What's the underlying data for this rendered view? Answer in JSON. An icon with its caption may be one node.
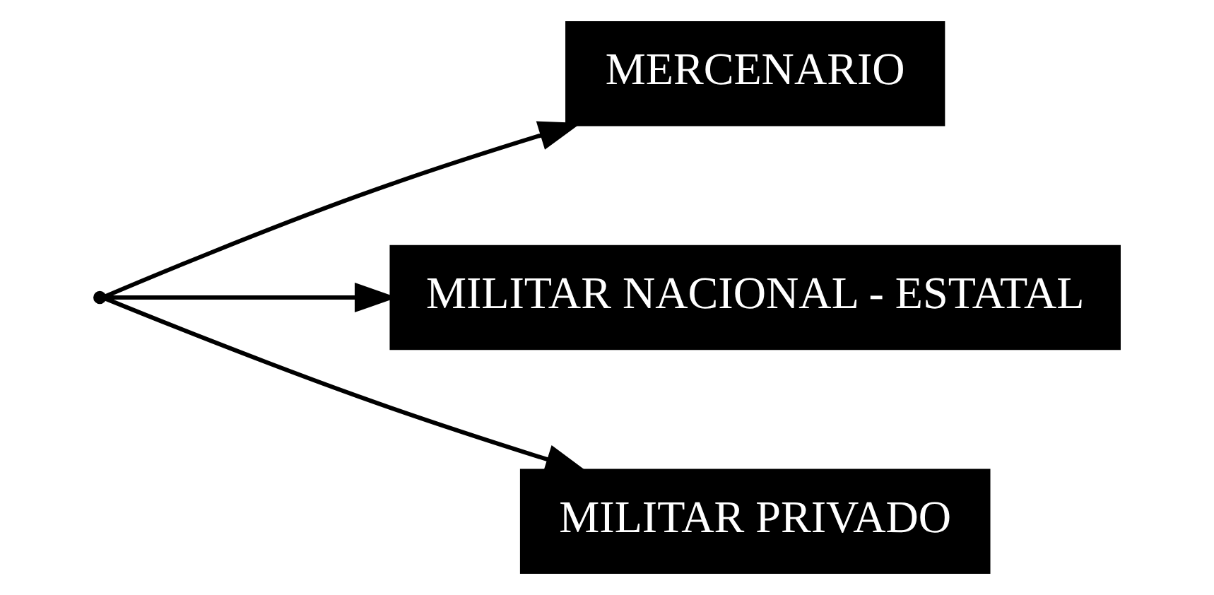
{
  "diagram": {
    "nodes": [
      {
        "text": [
          "MERCENARIO"
        ]
      },
      {
        "text": [
          "MILITAR NACIONAL - ESTATAL"
        ]
      },
      {
        "text": [
          "MILITAR PRIVADO"
        ]
      },
      {
        "text": [],
        "shape": "point"
      }
    ],
    "edges": [
      {
        "from": 3,
        "to": 0,
        "arrow": "to"
      },
      {
        "from": 3,
        "to": 1,
        "arrow": "to"
      },
      {
        "from": 3,
        "to": 2,
        "arrow": "to"
      }
    ]
  }
}
